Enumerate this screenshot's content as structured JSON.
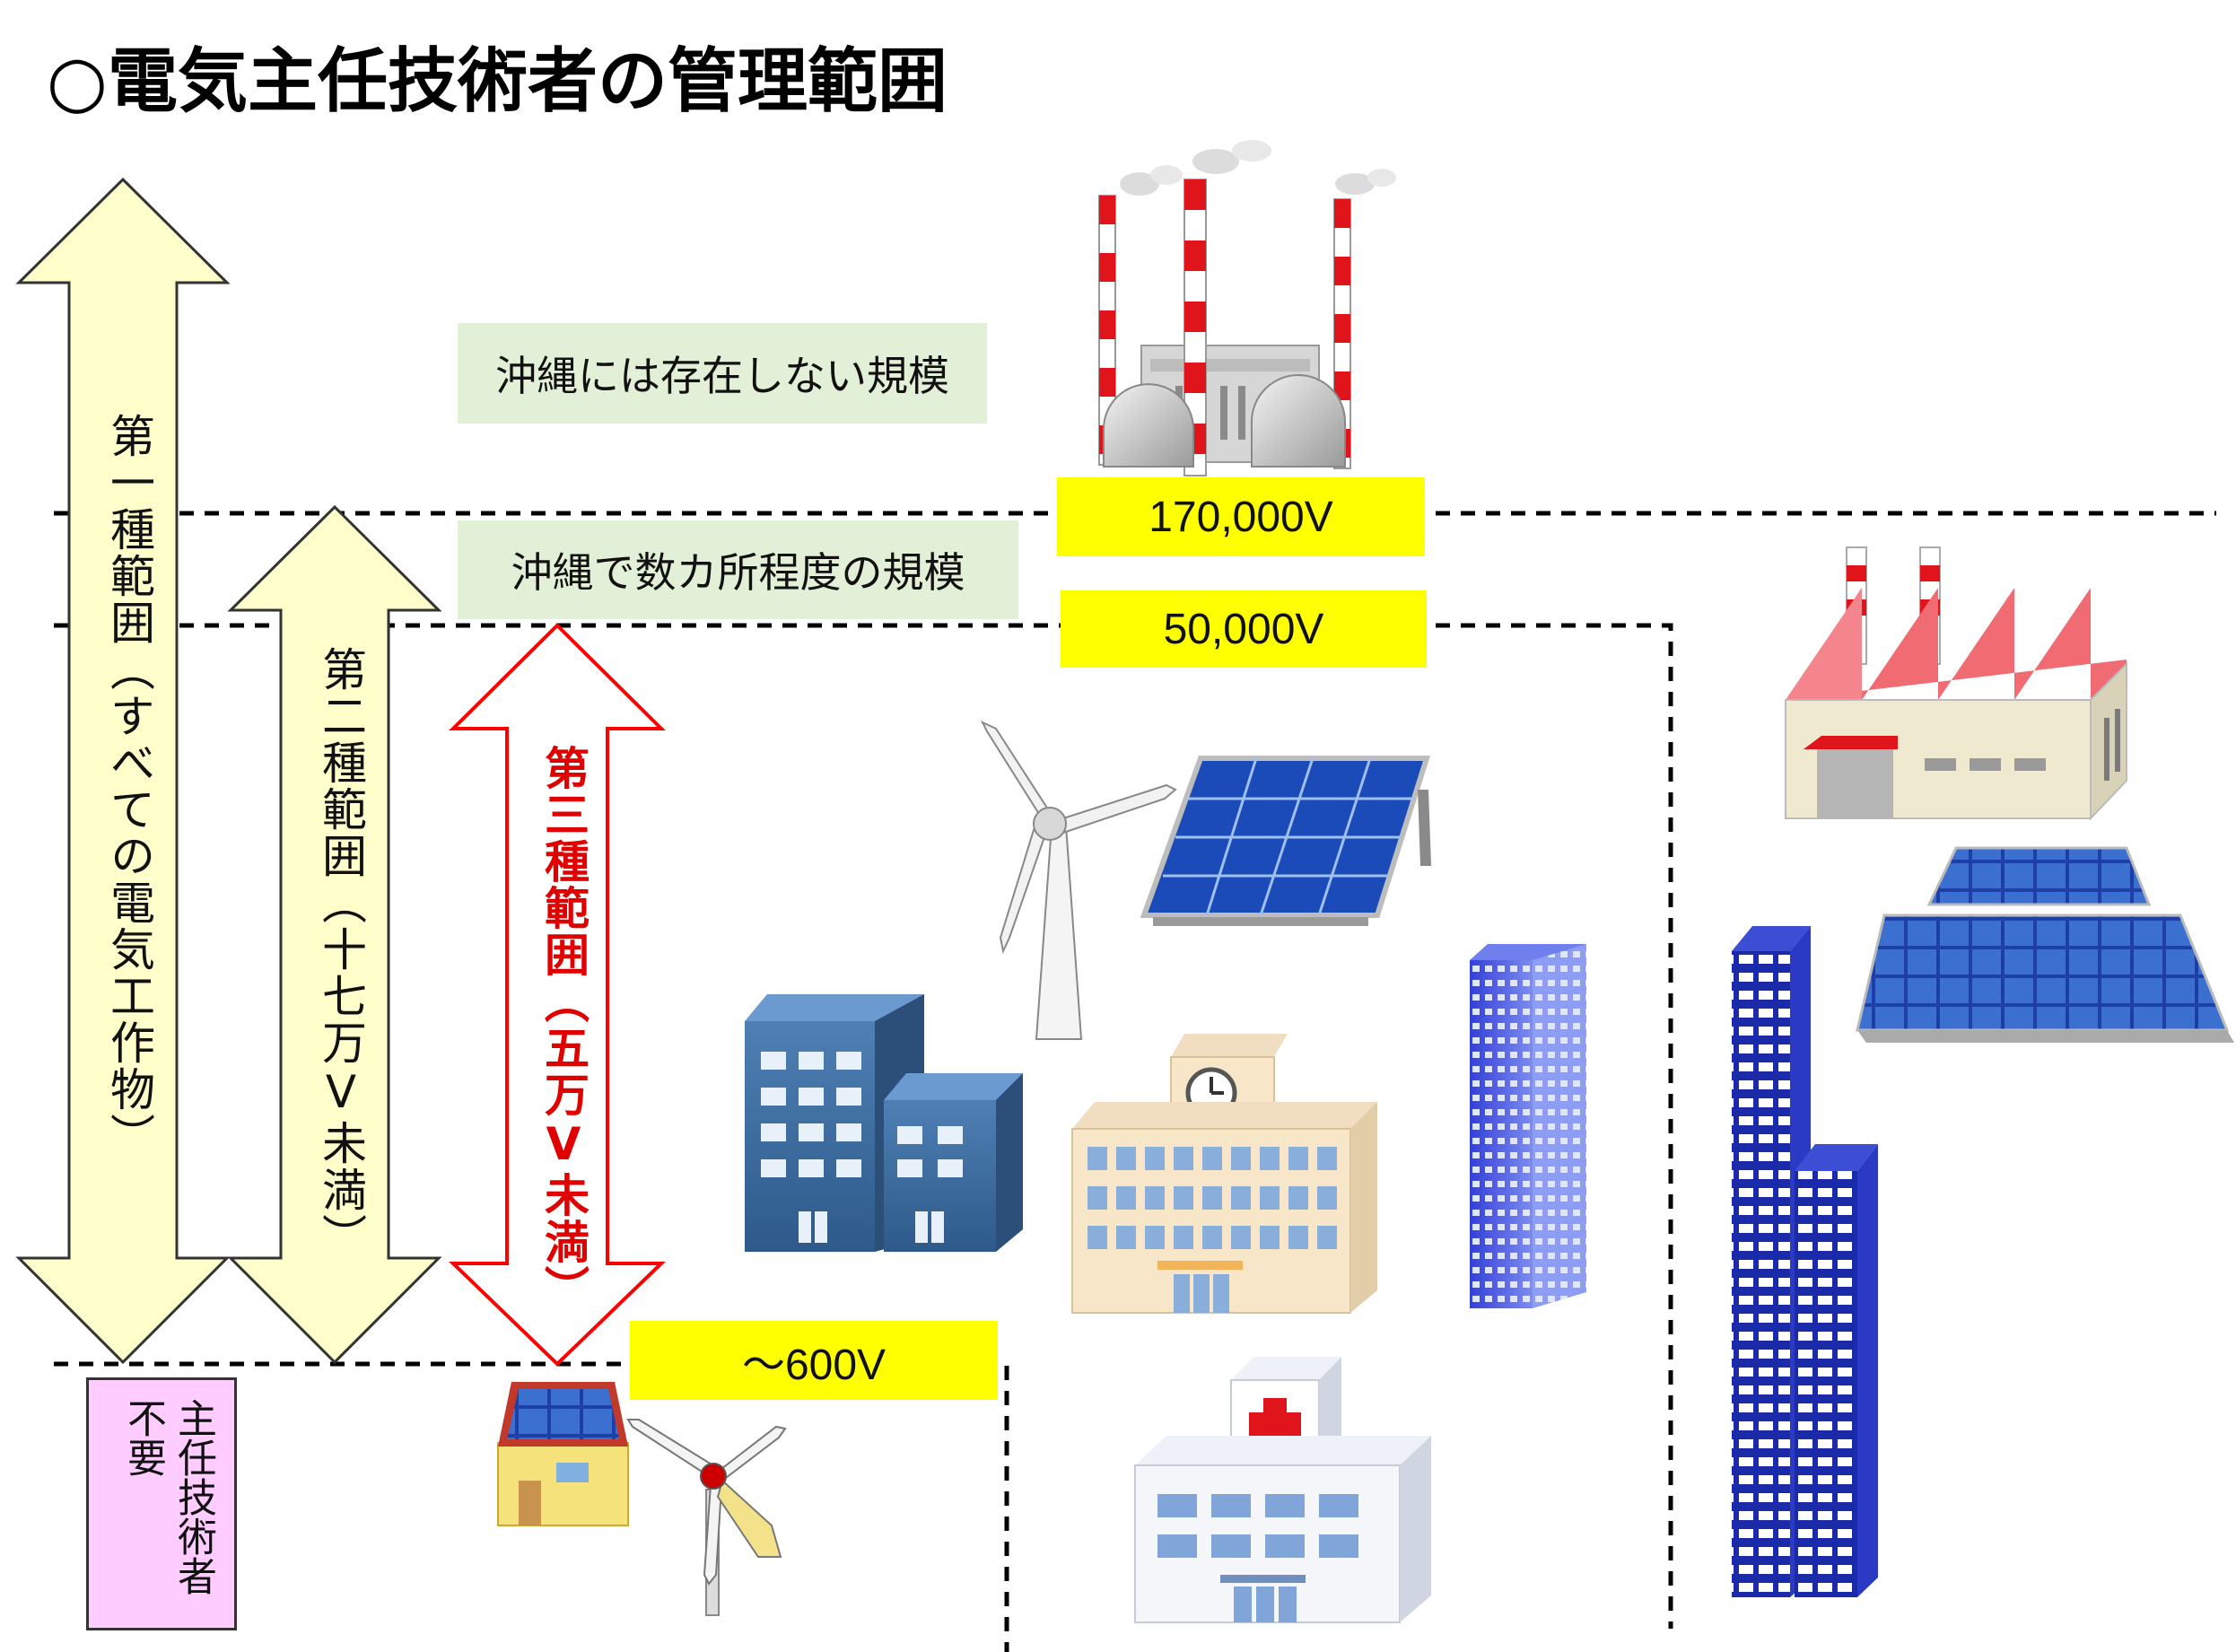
{
  "title": "○電気主任技術者の管理範囲",
  "scales": {
    "not_in_okinawa": "沖縄には存在しない規模",
    "few_in_okinawa": "沖縄で数カ所程度の規模"
  },
  "voltages": {
    "v170k": "170,000V",
    "v50k": "50,000V",
    "v600": "～600V"
  },
  "ranges": {
    "first": "第一種範囲（すべての電気工作物）",
    "second": "第二種範囲（十七万V未満）",
    "third": "第三種範囲（五万V未満）"
  },
  "not_required": {
    "line1": "主任技術者",
    "line2": "不要"
  },
  "colors": {
    "arrow_fill": "#ffffcc",
    "arrow_third_stroke": "#ff0000",
    "highlight": "#ffff00",
    "green_box": "#e3f0d8",
    "pink_box": "#ffccff"
  }
}
